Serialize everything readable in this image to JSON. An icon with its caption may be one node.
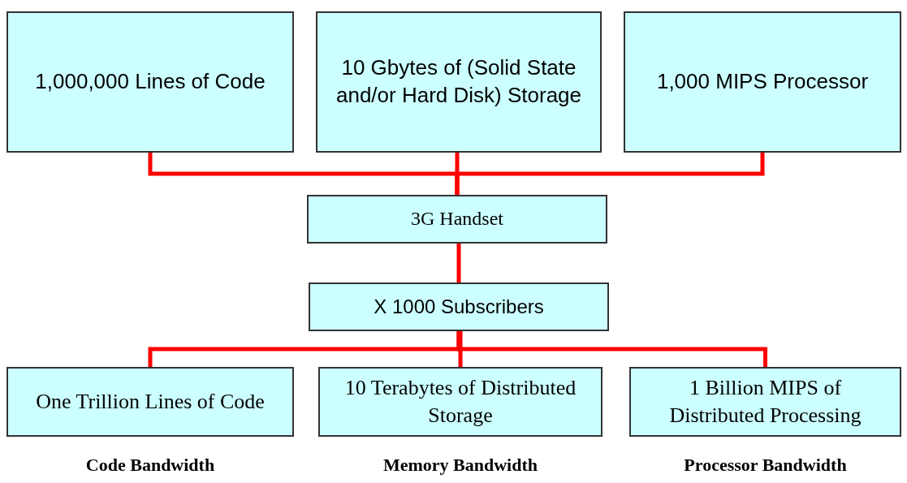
{
  "diagram": {
    "nodes": [
      {
        "text": [
          "1,000,000 Lines of Code"
        ]
      },
      {
        "text": [
          "10 Gbytes of (Solid State and/or Hard Disk) Storage"
        ]
      },
      {
        "text": [
          "1,000 MIPS Processor"
        ]
      },
      {
        "text": [
          "3G Handset"
        ]
      },
      {
        "text": [
          "X 1000 Subscribers"
        ]
      },
      {
        "text": [
          "One Trillion Lines of Code"
        ],
        "beside": [
          "Code Bandwidth"
        ]
      },
      {
        "text": [
          "10 Terabytes of Distributed Storage"
        ],
        "beside": [
          "Memory Bandwidth"
        ]
      },
      {
        "text": [
          "1 Billion MIPS of Distributed Processing"
        ],
        "beside": [
          "Processor Bandwidth"
        ]
      }
    ],
    "edges": [
      {
        "from": 0,
        "to": 3,
        "arrow": "none"
      },
      {
        "from": 1,
        "to": 3,
        "arrow": "none"
      },
      {
        "from": 2,
        "to": 3,
        "arrow": "none"
      },
      {
        "from": 3,
        "to": 4,
        "arrow": "none"
      },
      {
        "from": 4,
        "to": 5,
        "arrow": "none"
      },
      {
        "from": 4,
        "to": 6,
        "arrow": "none"
      },
      {
        "from": 4,
        "to": 7,
        "arrow": "none"
      }
    ]
  }
}
